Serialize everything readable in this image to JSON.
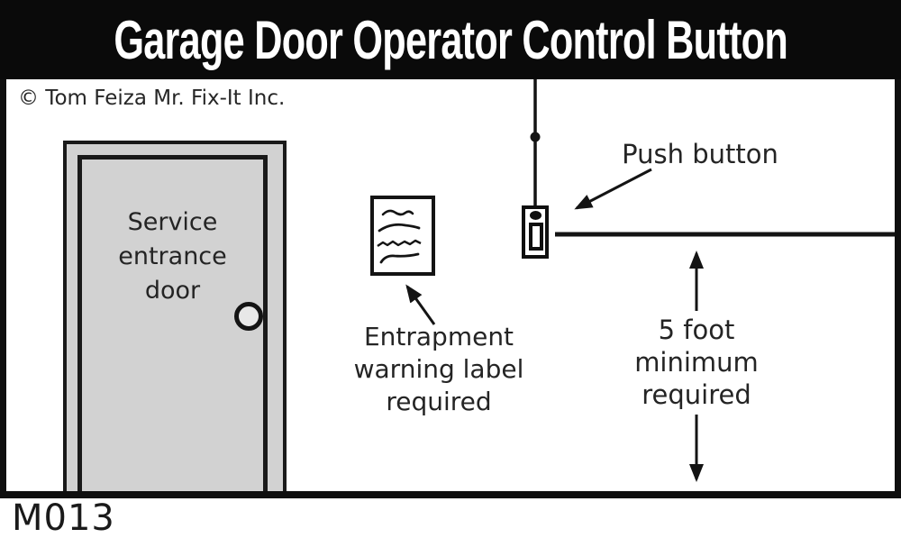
{
  "header": {
    "title": "Garage Door Operator Control Button"
  },
  "copyright": "© Tom Feiza Mr. Fix-It Inc.",
  "diagram_code": "M013",
  "door_label": {
    "line1": "Service",
    "line2": "entrance",
    "line3": "door"
  },
  "push_button_label": "Push button",
  "entrapment_label": {
    "line1": "Entrapment",
    "line2": "warning label",
    "line3": "required"
  },
  "clearance_label": {
    "line1": "5 foot",
    "line2": "minimum",
    "line3": "required"
  },
  "icons": {
    "door": "service-door-icon",
    "door_knob": "door-knob-icon",
    "warning_paper": "warning-label-document-icon",
    "push_button": "push-button-icon",
    "arrows": [
      "push-button-arrow",
      "warning-label-arrow",
      "clearance-up-arrow",
      "clearance-down-arrow"
    ]
  },
  "colors": {
    "header_bg": "#0a0a0a",
    "header_text": "#ffffff",
    "ink": "#141414",
    "door_fill": "#d2d2d2",
    "background": "#ffffff"
  }
}
